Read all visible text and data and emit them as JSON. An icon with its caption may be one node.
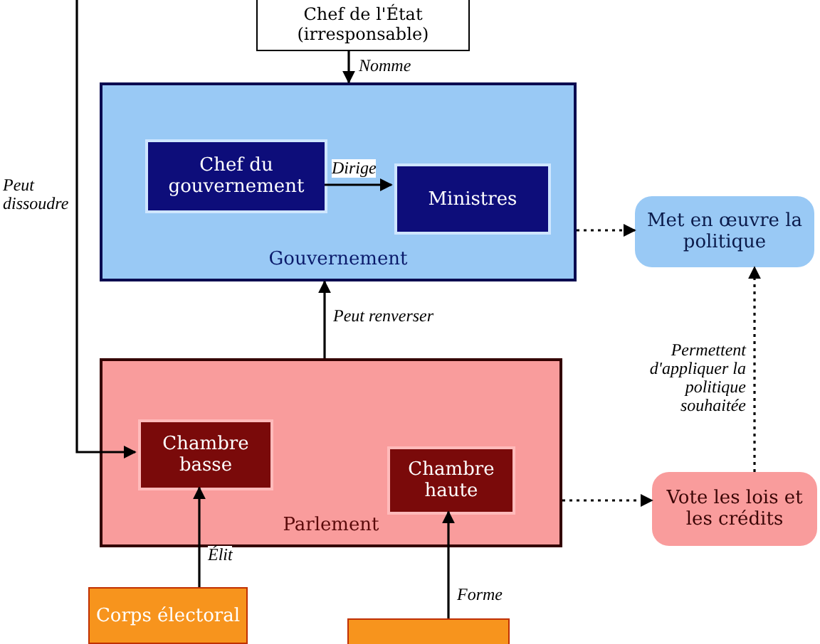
{
  "diagram": {
    "nodes": [
      {
        "text": [
          "Chef de l'État (irresponsable)"
        ]
      },
      {
        "text": [
          "Gouvernement"
        ]
      },
      {
        "text": [
          "Chef du gouvernement"
        ],
        "in": 1
      },
      {
        "text": [
          "Ministres"
        ],
        "in": 1
      },
      {
        "text": [
          "Met en œuvre la politique"
        ]
      },
      {
        "text": [
          "Parlement"
        ]
      },
      {
        "text": [
          "Chambre basse"
        ],
        "in": 5
      },
      {
        "text": [
          "Chambre haute"
        ],
        "in": 5
      },
      {
        "text": [
          "Vote les lois et les crédits"
        ]
      },
      {
        "text": [
          "Corps électoral"
        ]
      },
      {
        "text": [],
        "shape": "box"
      }
    ],
    "edges": [
      {
        "from": 0,
        "to": 1,
        "arrow": "to",
        "label": "Nomme"
      },
      {
        "from": 2,
        "to": 3,
        "arrow": "to",
        "label": "Dirige"
      },
      {
        "from": 1,
        "to": 4,
        "arrow": "to",
        "style": "dashed"
      },
      {
        "from": 5,
        "to": 1,
        "arrow": "to",
        "label": "Peut renverser"
      },
      {
        "from": null,
        "to": 6,
        "arrow": "to",
        "label": "Peut dissoudre"
      },
      {
        "from": 5,
        "to": 8,
        "arrow": "to",
        "style": "dashed"
      },
      {
        "from": 8,
        "to": 4,
        "arrow": "to",
        "style": "dashed",
        "label": "Permettent d'appliquer la politique souhaitée"
      },
      {
        "from": 9,
        "to": 6,
        "arrow": "to",
        "label": "Élit"
      },
      {
        "from": 10,
        "to": 7,
        "arrow": "to",
        "label": "Forme"
      }
    ]
  }
}
